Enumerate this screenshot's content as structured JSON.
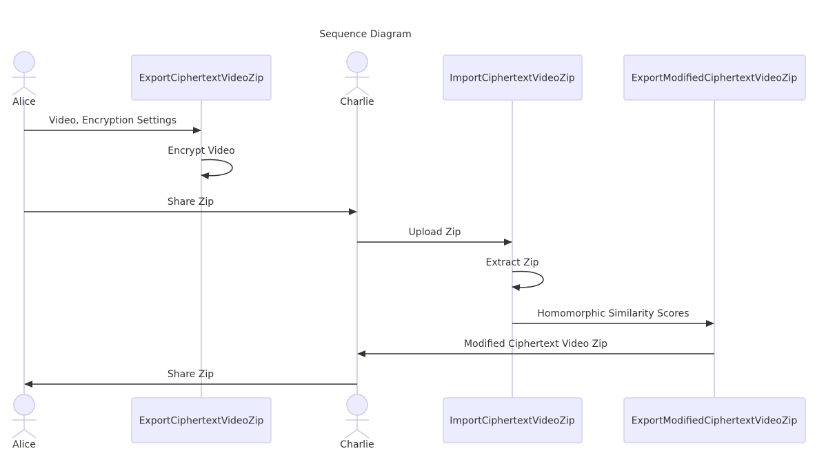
{
  "diagram": {
    "title": "Sequence Diagram",
    "colors": {
      "box_fill": "#ececff",
      "box_stroke": "#d7d1ee",
      "lifeline": "#d7d1ee",
      "text": "#333333",
      "arrow": "#333333"
    },
    "participants": [
      {
        "id": "alice",
        "label": "Alice",
        "kind": "actor"
      },
      {
        "id": "export",
        "label": "ExportCiphertextVideoZip",
        "kind": "box"
      },
      {
        "id": "charlie",
        "label": "Charlie",
        "kind": "actor"
      },
      {
        "id": "import",
        "label": "ImportCiphertextVideoZip",
        "kind": "box"
      },
      {
        "id": "exportmod",
        "label": "ExportModifiedCiphertextVideoZip",
        "kind": "box"
      }
    ],
    "messages": [
      {
        "from": "alice",
        "to": "export",
        "label": "Video, Encryption Settings"
      },
      {
        "from": "export",
        "to": "export",
        "label": "Encrypt Video"
      },
      {
        "from": "alice",
        "to": "charlie",
        "label": "Share Zip"
      },
      {
        "from": "charlie",
        "to": "import",
        "label": "Upload Zip"
      },
      {
        "from": "import",
        "to": "import",
        "label": "Extract Zip"
      },
      {
        "from": "import",
        "to": "exportmod",
        "label": "Homomorphic Similarity Scores"
      },
      {
        "from": "exportmod",
        "to": "charlie",
        "label": "Modified Ciphertext Video Zip"
      },
      {
        "from": "charlie",
        "to": "alice",
        "label": "Share Zip"
      }
    ]
  }
}
